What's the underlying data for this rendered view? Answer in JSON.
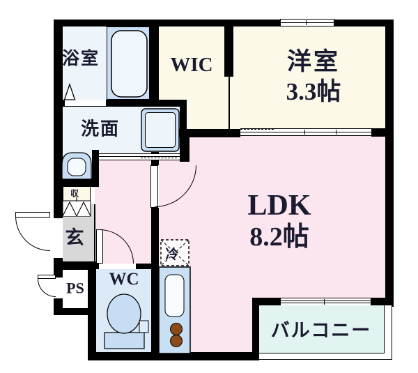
{
  "rooms": {
    "bath": {
      "label": "浴室"
    },
    "wic": {
      "label": "WIC"
    },
    "western_room": {
      "label": "洋室",
      "size": "3.3帖"
    },
    "washroom": {
      "label": "洗面"
    },
    "ldk": {
      "label": "LDK",
      "size": "8.2帖"
    },
    "entrance": {
      "label": "玄"
    },
    "shoe_storage": {
      "label": "収"
    },
    "pipe_space": {
      "label": "PS"
    },
    "toilet": {
      "label": "WC"
    },
    "refrigerator": {
      "label": "冷"
    },
    "balcony": {
      "label": "バルコニー"
    }
  },
  "colors": {
    "wall": "#000000",
    "ldk_floor": "#FBE5EF",
    "cream_floor": "#FCF9E9",
    "wet_floor": "#EDF5FB",
    "tub_zone": "#C9DFF6",
    "wc_floor": "#DCEAF8",
    "kitchen_counter": "#C9DFF4",
    "balcony_floor": "#E2F4F1",
    "entrance_floor": "#D8D8D8",
    "fixture_blue": "#C6DDF3",
    "burner_brown": "#8B4A1A",
    "text": "#1B1B2F"
  }
}
